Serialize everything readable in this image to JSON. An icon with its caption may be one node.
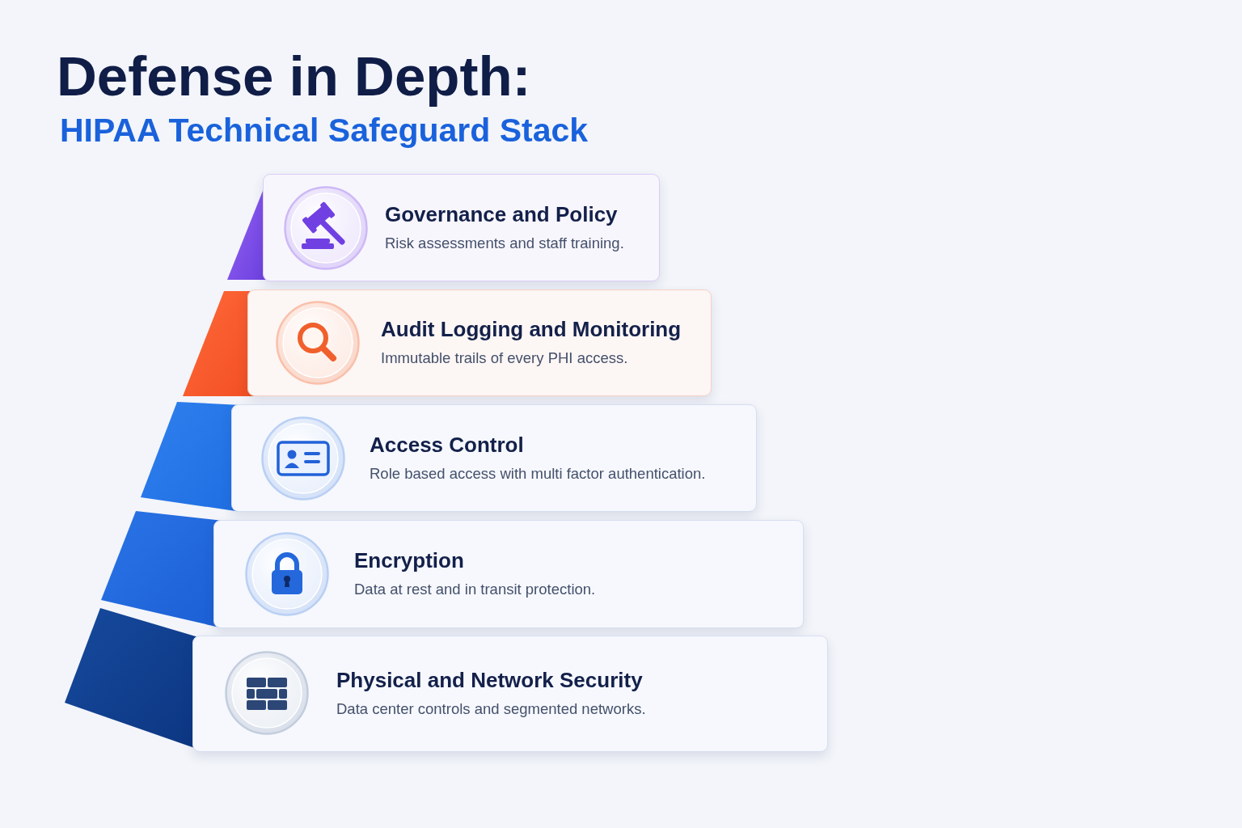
{
  "diagram": {
    "title": "Defense in Depth:",
    "nodes": [
      {
        "text": [
          "Governance and Policy",
          "Risk assessments and staff training."
        ]
      },
      {
        "text": [
          "Audit Logging and Monitoring",
          "Immutable trails of every PHI access."
        ]
      },
      {
        "text": [
          "Access Control",
          "Role based access with multi factor authentication."
        ]
      },
      {
        "text": [
          "Encryption",
          "Data at rest and in transit protection."
        ]
      },
      {
        "text": [
          "Physical and Network Security",
          "Data center controls and segmented networks."
        ]
      }
    ],
    "labels": [
      "HIPAA Technical Safeguard Stack"
    ]
  }
}
